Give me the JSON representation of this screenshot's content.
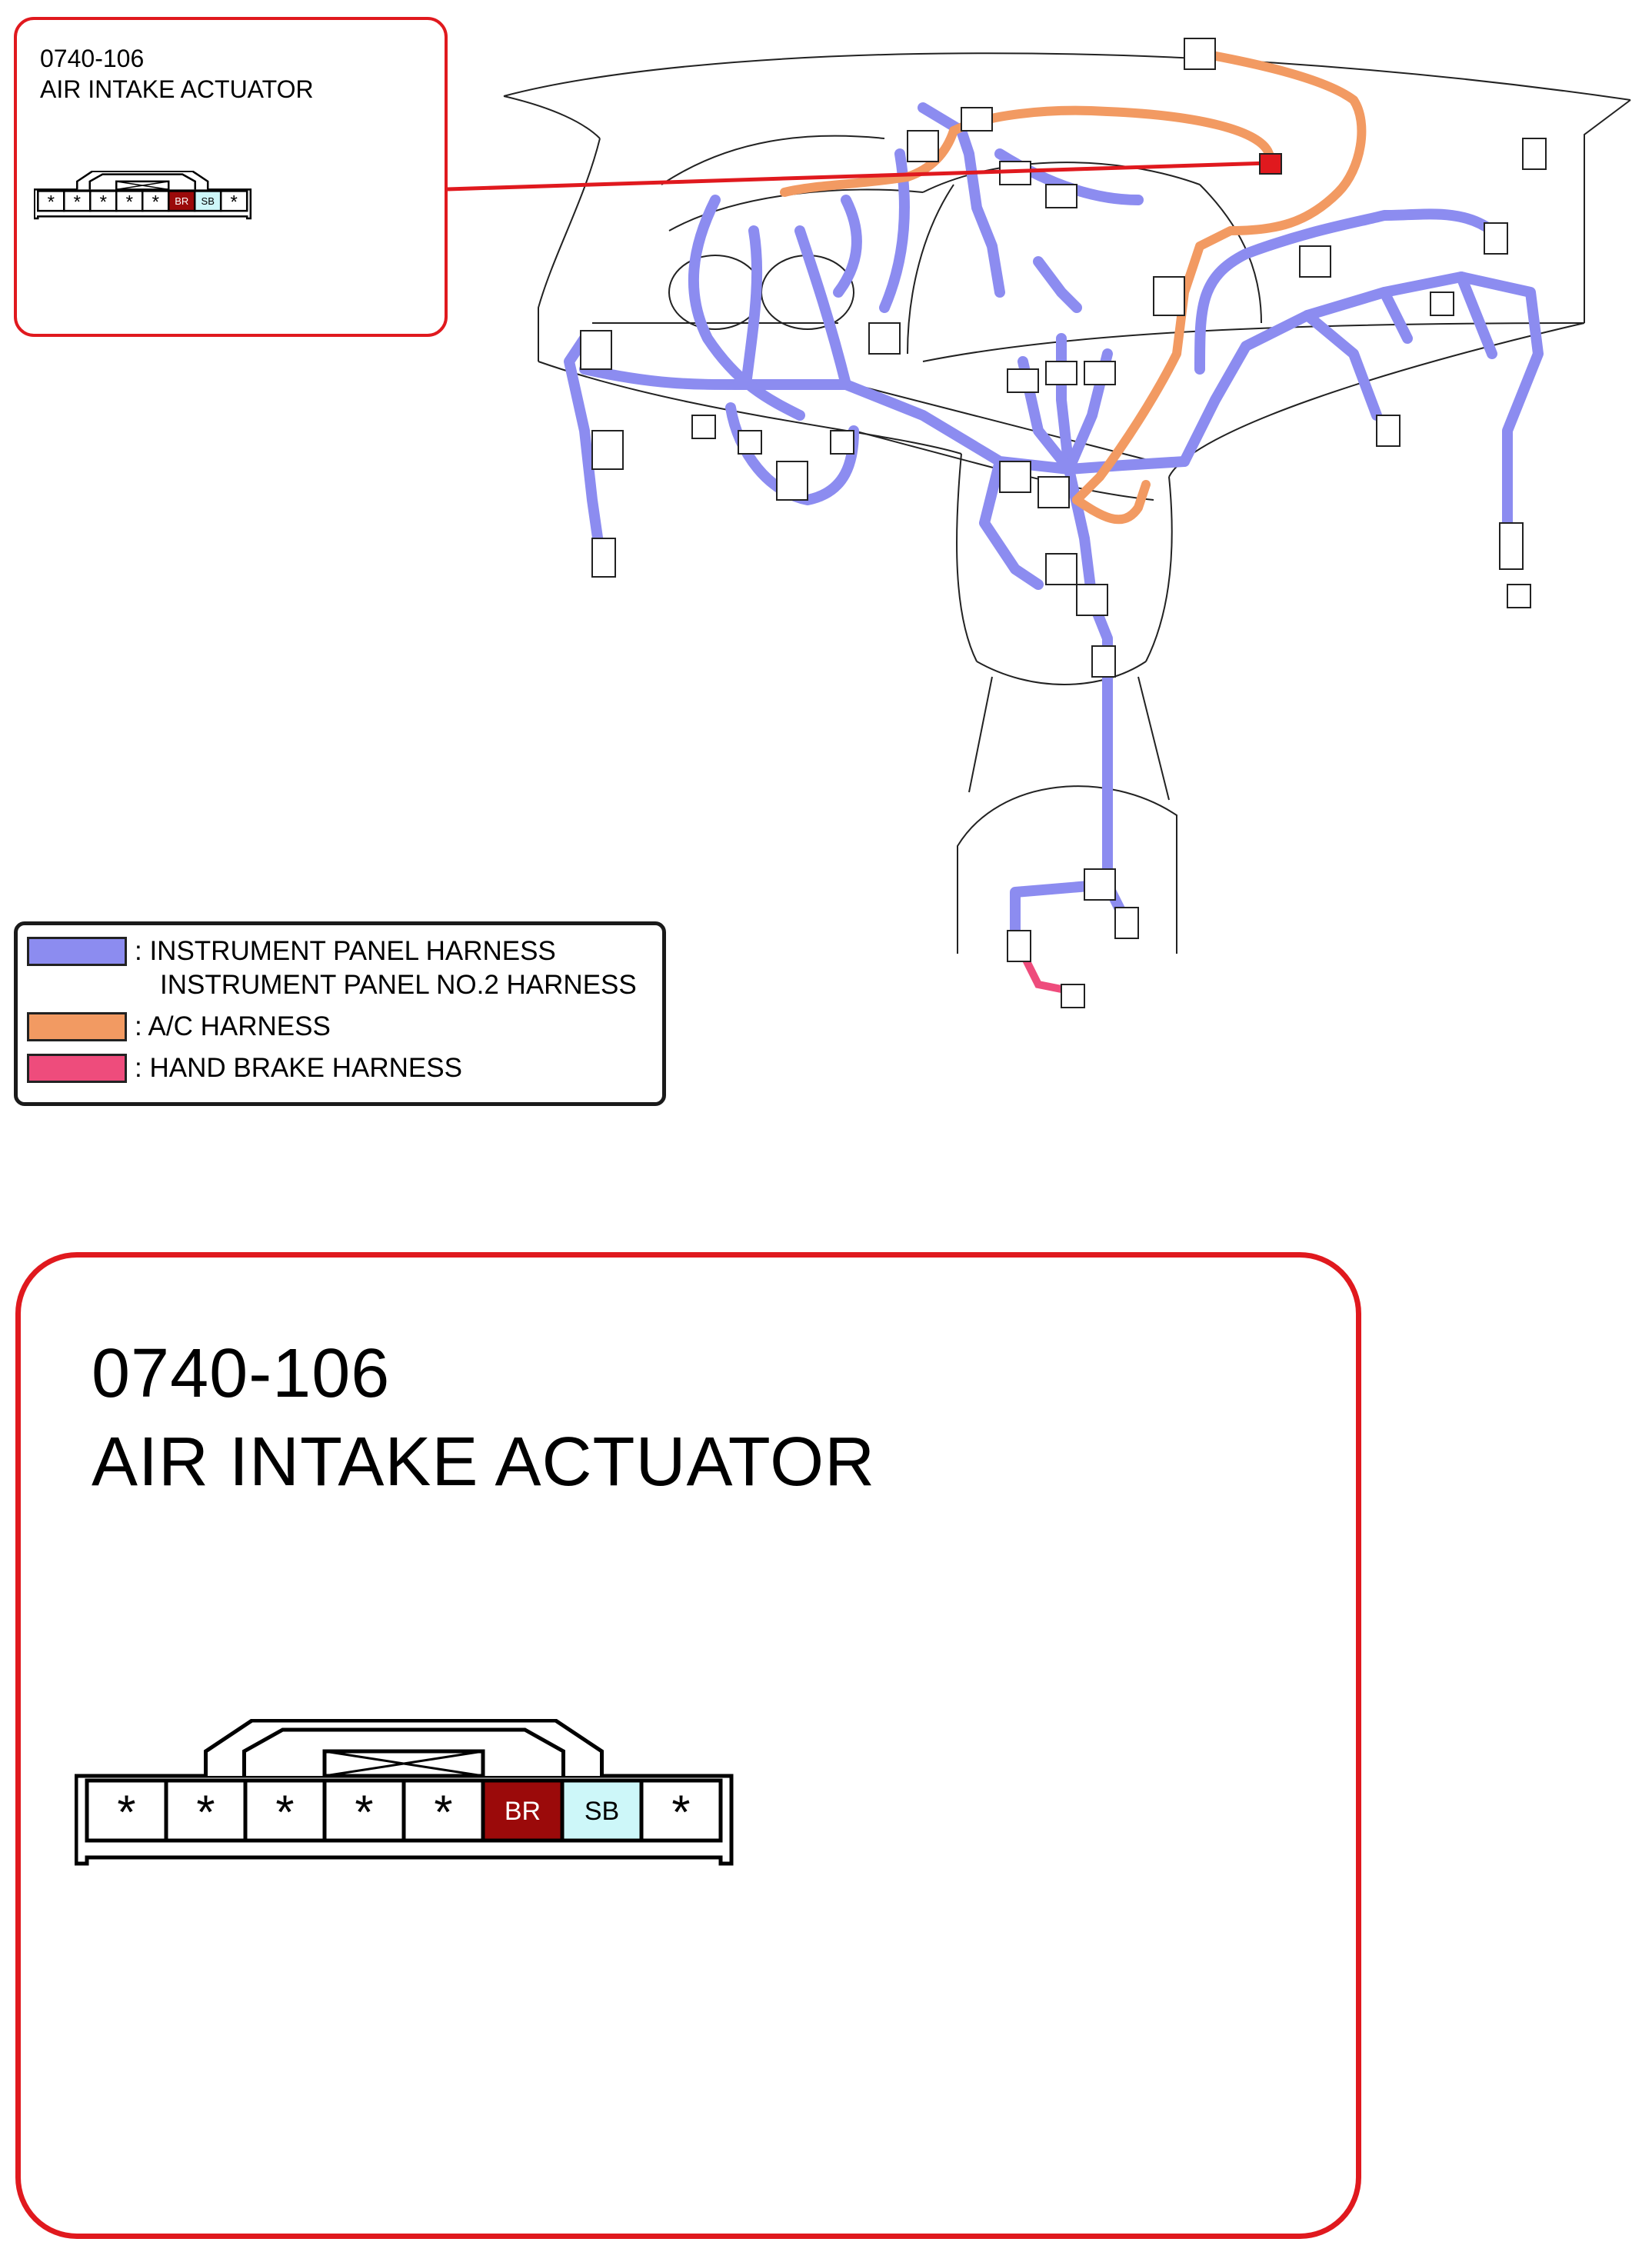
{
  "connector": {
    "code": "0740-106",
    "name": "AIR INTAKE ACTUATOR",
    "pins": [
      {
        "label": "*",
        "color": "#ffffff"
      },
      {
        "label": "*",
        "color": "#ffffff"
      },
      {
        "label": "*",
        "color": "#ffffff"
      },
      {
        "label": "*",
        "color": "#ffffff"
      },
      {
        "label": "*",
        "color": "#ffffff"
      },
      {
        "label": "BR",
        "color": "#9b0a0a"
      },
      {
        "label": "SB",
        "color": "#cdf7f9"
      },
      {
        "label": "*",
        "color": "#ffffff"
      }
    ]
  },
  "legend": {
    "items": [
      {
        "color": "#8c8cf0",
        "line1": ": INSTRUMENT PANEL HARNESS",
        "line2": "INSTRUMENT PANEL NO.2 HARNESS"
      },
      {
        "color": "#f29a62",
        "line1": ": A/C HARNESS"
      },
      {
        "color": "#ee4c7c",
        "line1": ": HAND BRAKE HARNESS"
      }
    ]
  },
  "colors": {
    "callout_border": "#e0191e",
    "harness_blue": "#8c8cf0",
    "harness_orange": "#f29a62",
    "harness_pink": "#ee4c7c",
    "pin_br": "#9b0a0a",
    "pin_sb": "#cdf7f9"
  }
}
